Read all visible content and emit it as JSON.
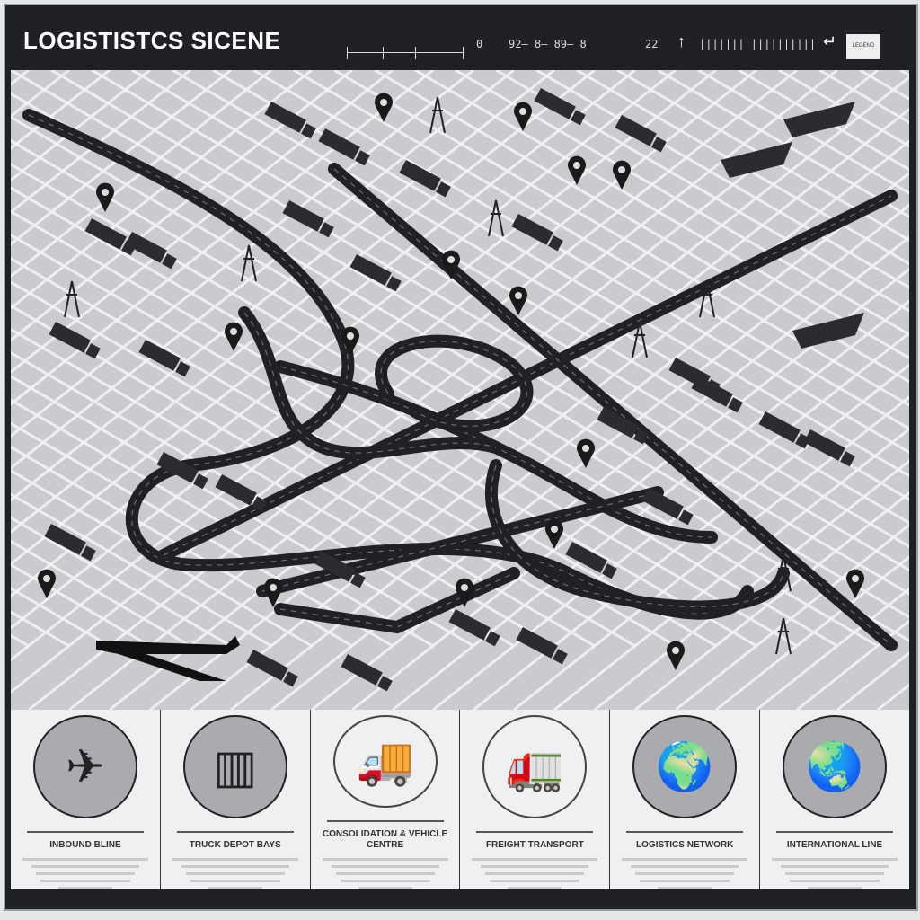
{
  "header": {
    "title": "LOGISTISTCS  SICENE",
    "scale_marker": "0",
    "route_readout": "92— 8— 89— 8",
    "count": "22",
    "north_label": "↑",
    "back_label": "↵",
    "legend_text": "LEGEND"
  },
  "map": {
    "colors": {
      "background": "#c9cbce",
      "road": "#1f2126",
      "street": "#f2f3f4",
      "vehicle": "#2a2c30"
    }
  },
  "panels": [
    {
      "icon": "airplane-icon",
      "glyph": "✈",
      "caption": "INBOUND BLINE"
    },
    {
      "icon": "warehouse-icon",
      "glyph": "▥",
      "caption": "TRUCK DEPOT BAYS"
    },
    {
      "icon": "truck-icon",
      "glyph": "🚚",
      "caption": "CONSOLIDATION & VEHICLE CENTRE"
    },
    {
      "icon": "container-truck-icon",
      "glyph": "🚛",
      "caption": "FREIGHT TRANSPORT"
    },
    {
      "icon": "world-map-icon",
      "glyph": "🌍",
      "caption": "LOGISTICS NETWORK"
    },
    {
      "icon": "globe-icon",
      "glyph": "🌏",
      "caption": "INTERNATIONAL LINE"
    }
  ]
}
